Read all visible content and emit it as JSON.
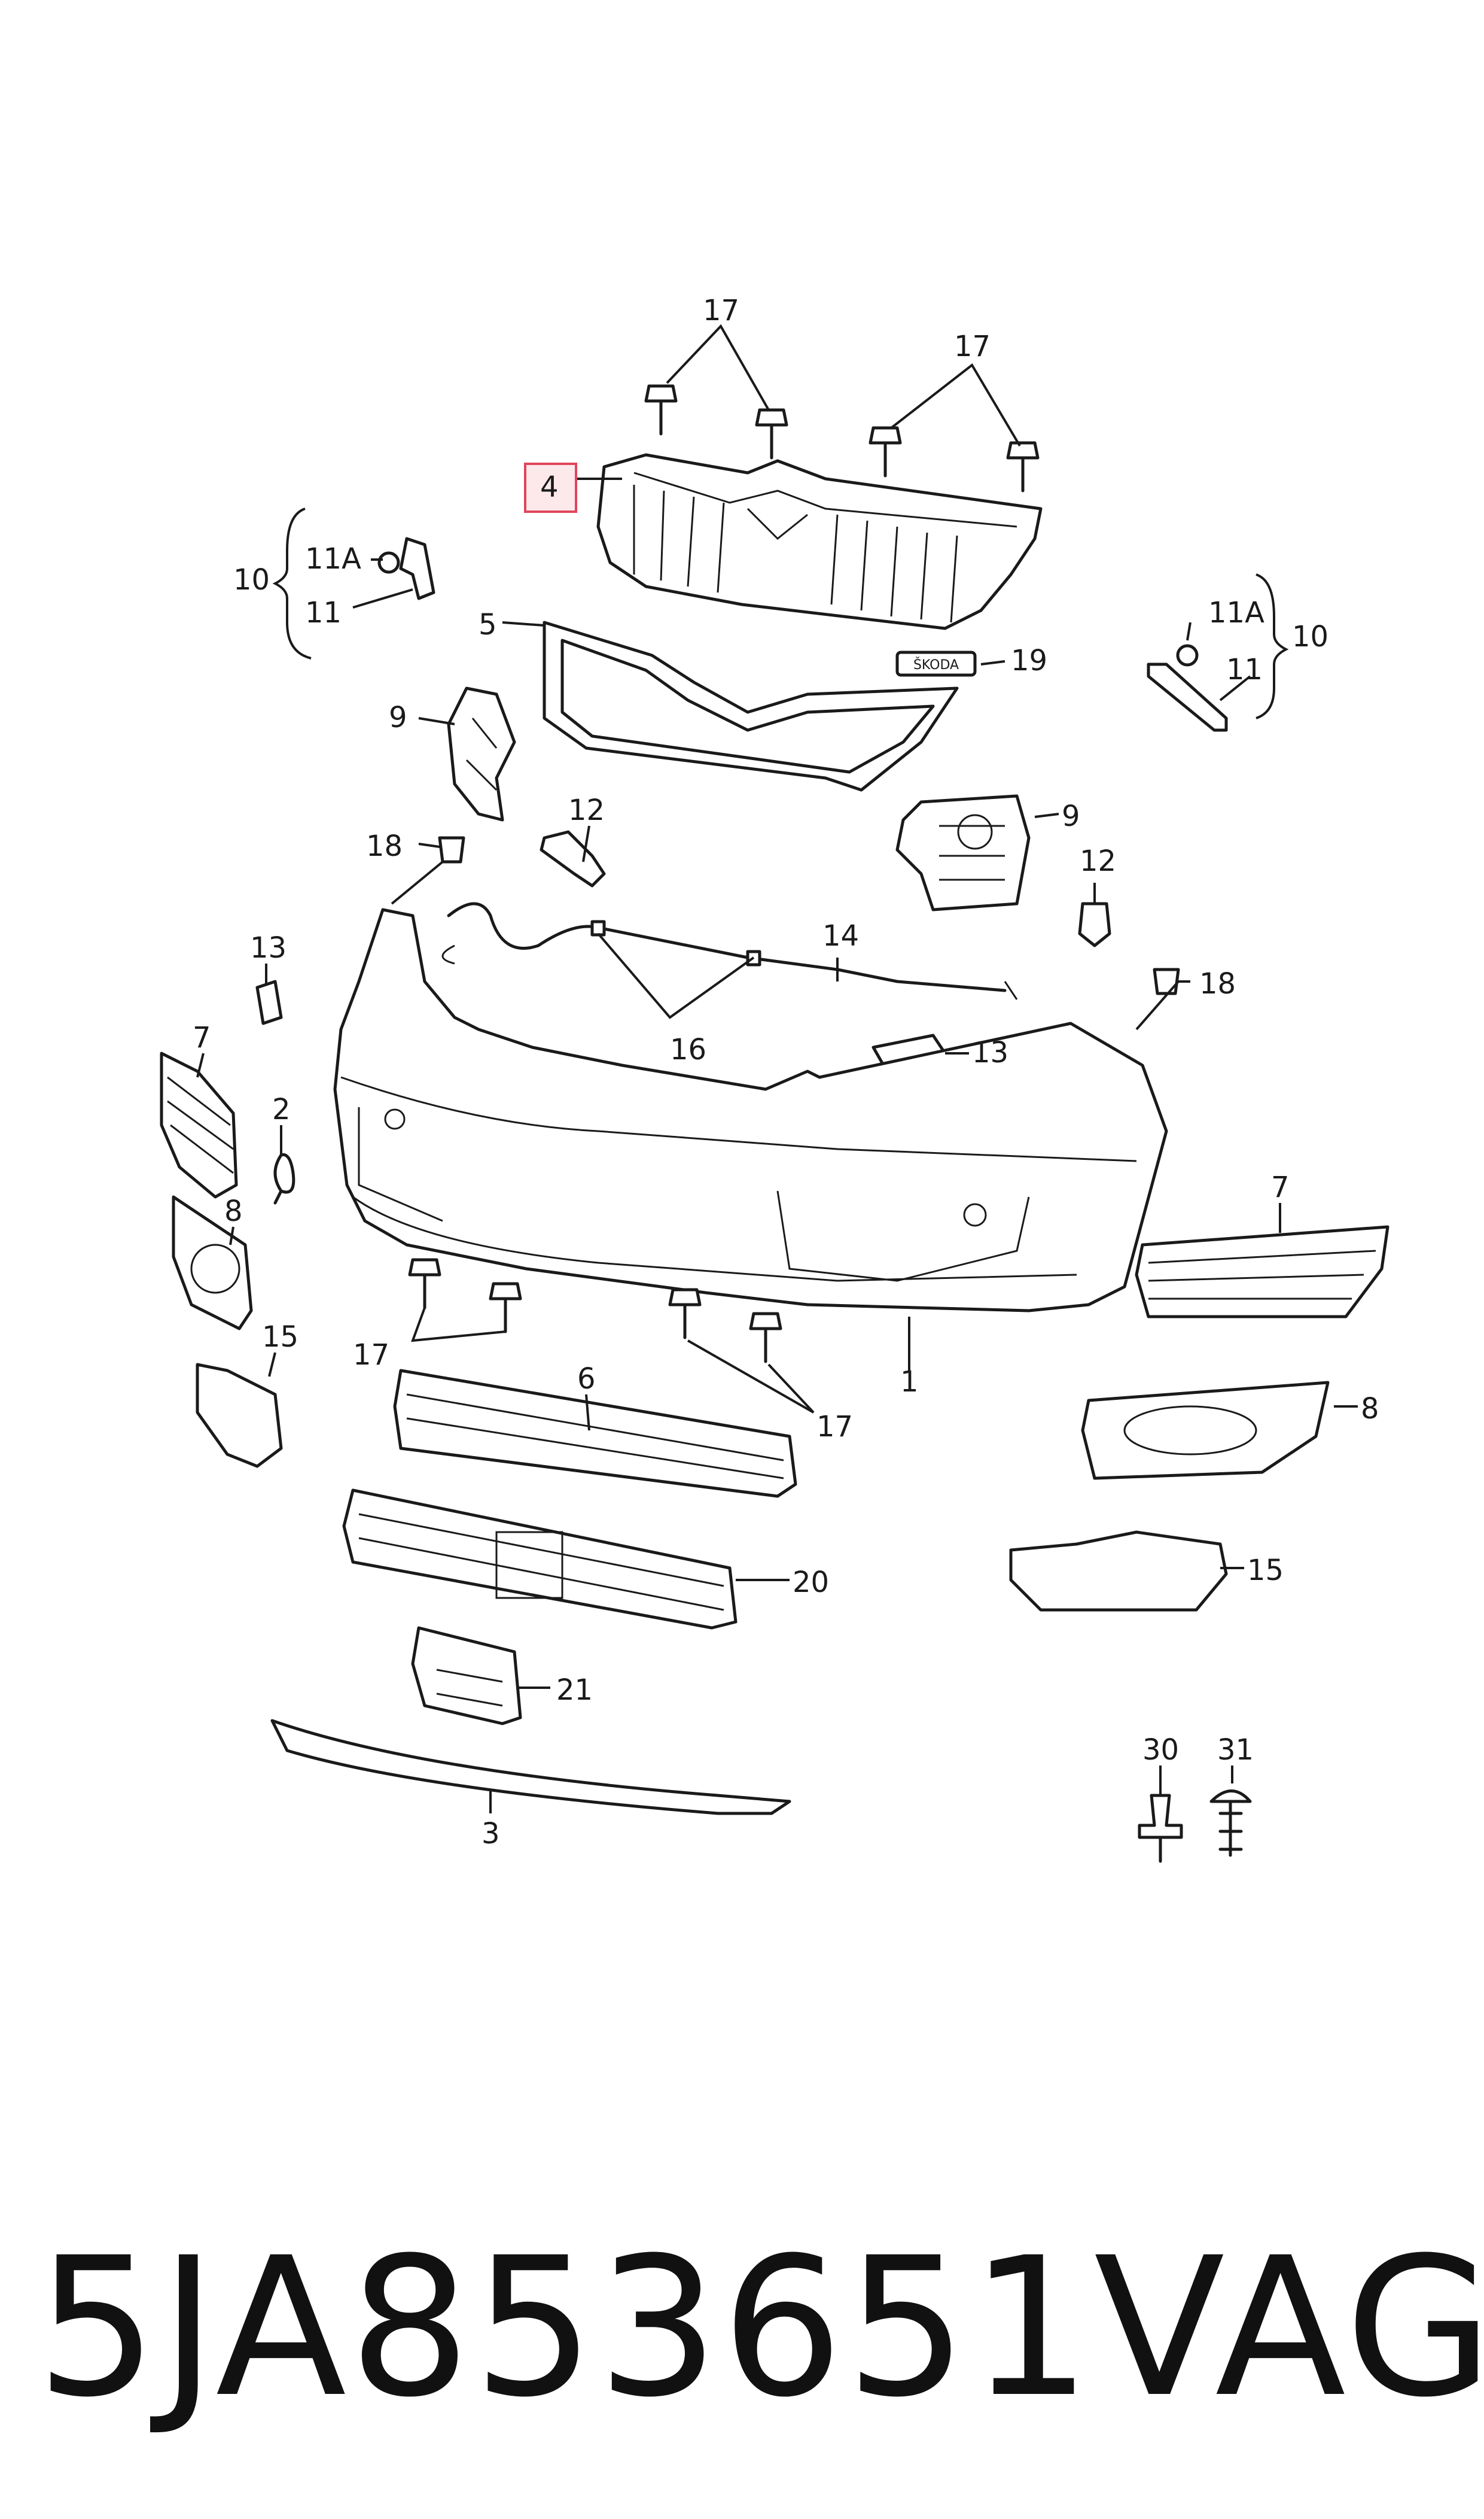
{
  "callouts": {
    "c17a": "17",
    "c17b": "17",
    "c17c": "17",
    "c17d": "17",
    "c4": "4",
    "c10a": "10",
    "c11Aa": "11A",
    "c11a": "11",
    "c11Ab": "11A",
    "c10b": "10",
    "c11b": "11",
    "c5": "5",
    "c19": "19",
    "c9a": "9",
    "c9b": "9",
    "c12a": "12",
    "c12b": "12",
    "c18a": "18",
    "c18b": "18",
    "c14": "14",
    "c16": "16",
    "c13a": "13",
    "c13b": "13",
    "c7a": "7",
    "c7b": "7",
    "c2": "2",
    "c8a": "8",
    "c8b": "8",
    "c15a": "15",
    "c15b": "15",
    "c6": "6",
    "c1": "1",
    "c20": "20",
    "c21": "21",
    "c3": "3",
    "c30": "30",
    "c31": "31"
  },
  "emblem_text": "ŠKODA",
  "highlight_color": "#e0455a",
  "footer": {
    "part_number": "5JA853651",
    "brand": "VAG"
  }
}
